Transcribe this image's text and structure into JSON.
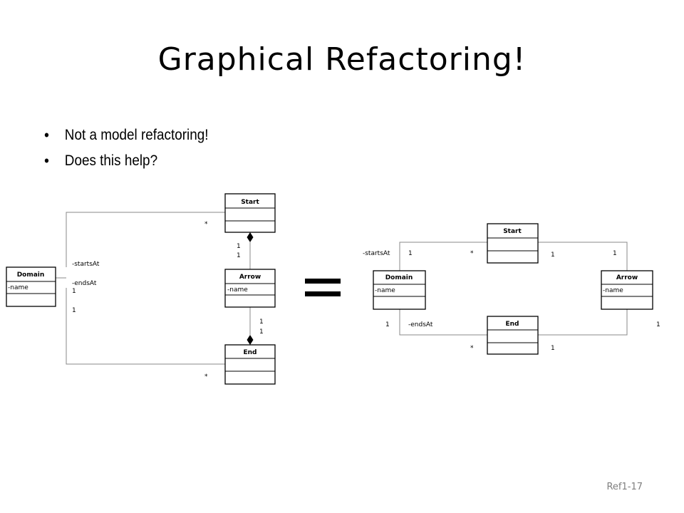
{
  "slide": {
    "title": "Graphical Refactoring!",
    "bullets": [
      "Not a model refactoring!",
      "Does this help?"
    ],
    "footer": "Ref1-17"
  },
  "diagram_left": {
    "classes": {
      "start": {
        "name": "Start"
      },
      "arrow": {
        "name": "Arrow",
        "attr": "-name"
      },
      "end": {
        "name": "End"
      },
      "domain": {
        "name": "Domain",
        "attr": "-name"
      }
    },
    "labels": {
      "star_start": "*",
      "star_end": "*",
      "starts_at": "-startsAt",
      "ends_at": "-endsAt",
      "ends_mult_1": "1",
      "ends_mult_2": "1",
      "start_arrow_1": "1",
      "start_arrow_2": "1",
      "arrow_end_1": "1",
      "arrow_end_2": "1"
    }
  },
  "equals_sign": "=",
  "diagram_right": {
    "classes": {
      "start": {
        "name": "Start"
      },
      "end": {
        "name": "End"
      },
      "domain": {
        "name": "Domain",
        "attr": "-name"
      },
      "arrow": {
        "name": "Arrow",
        "attr": "-name"
      }
    },
    "labels": {
      "starts_at": "-startsAt",
      "domain_top_1": "1",
      "star_top": "*",
      "start_right_1": "1",
      "arrow_top_1": "1",
      "domain_bottom_1": "1",
      "ends_at": "-endsAt",
      "arrow_bottom_1": "1",
      "star_bottom": "*",
      "end_right_1": "1"
    }
  }
}
